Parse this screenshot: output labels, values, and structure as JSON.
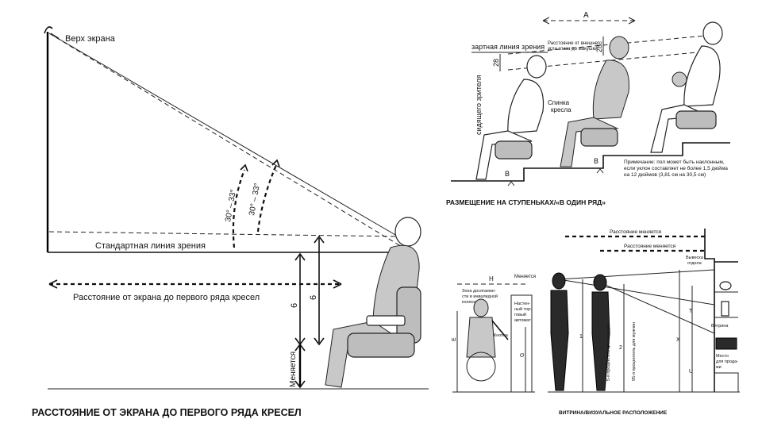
{
  "left_panel": {
    "screen_top_label": "Верх экрана",
    "standard_sightline_label": "Стандартная линия зрения",
    "distance_label": "Расстояние от экрана до первого ряда кресел",
    "angle_label_1": "30° – 33°",
    "angle_label_2": "30° – 33°",
    "dim_6_a": "6",
    "dim_6_b": "6",
    "varies_label": "Меняется",
    "caption": "РАССТОЯНИЕ ОТ ЭКРАНА ДО ПЕРВОГО РЯДА КРЕСЕЛ"
  },
  "top_right_panel": {
    "dim_a": "A",
    "eye_distance_note_1": "Расстояние от внешнего",
    "eye_distance_note_2": "угла глаза до макушки",
    "sightline_label": "зартная линия зрения",
    "dim_28_a": "28",
    "dim_28_b": "28",
    "seated_viewer_label": "сидящего зрителя",
    "seat_back_label_1": "Спинка",
    "seat_back_label_2": "кресла",
    "dim_b_1": "B",
    "dim_b_2": "B",
    "note_1": "Примечание: пол может быть наклонным,",
    "note_2": "если уклон составляет не более 1,5 дюйма",
    "note_3": "на 12 дюймов (3,81 см на 30,5 см)",
    "caption": "РАЗМЕЩЕНИЕ НА СТУПЕНЬКАХ/«В ОДИН РЯД»"
  },
  "bottom_left_panel": {
    "dim_h": "H",
    "varies_label": "Меняется",
    "reach_zone_1": "Зона досягаемо-",
    "reach_zone_2": "сти в инвалидной",
    "reach_zone_3": "коляске",
    "machine_1": "Настен-",
    "machine_2": "ный тор-",
    "machine_3": "говый",
    "machine_4": "автомат",
    "button_label": "Кнопка",
    "dim_e": "E",
    "dim_g": "G"
  },
  "bottom_right_panel": {
    "distance_varies_1": "Расстояние меняется",
    "distance_varies_2": "Расстояние меняется",
    "sign_label_1": "Вывеска",
    "sign_label_2": "отдела",
    "showcase_label": "Витрина",
    "sales_place_1": "Место",
    "sales_place_2": "для прода-",
    "sales_place_3": "жи",
    "dim_1": "1",
    "dim_2": "2",
    "dim_x": "X",
    "dim_t": "T",
    "dim_u": "U",
    "women_note": "5-я процентиль для женщин",
    "men_note": "95-я процентиль для мужчин",
    "caption": "ВИТРИНА/ВИЗУАЛЬНОЕ РАСПОЛОЖЕНИЕ"
  }
}
